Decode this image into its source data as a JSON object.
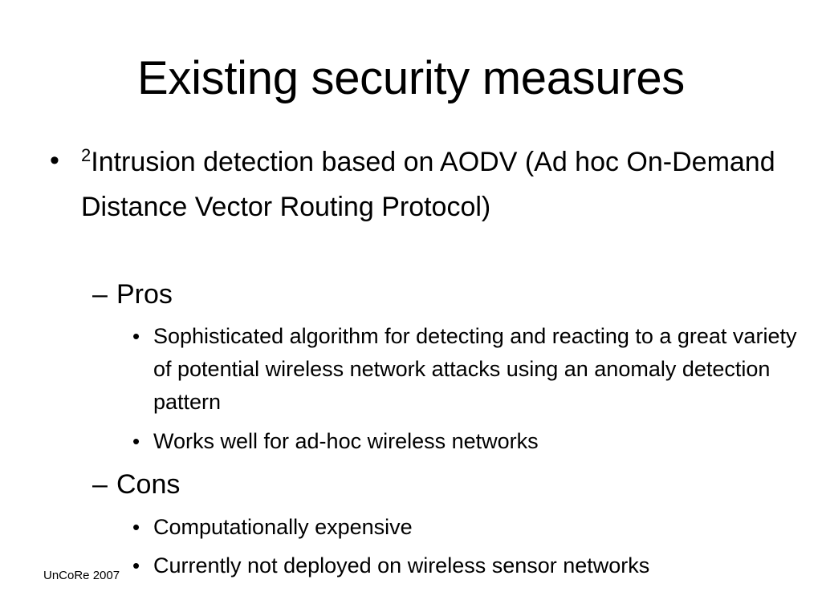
{
  "slide": {
    "title": "Existing security measures",
    "bullet_char": "•",
    "dash_char": "–",
    "items": [
      {
        "superscript": "2",
        "text": "Intrusion detection based on AODV (Ad hoc On-Demand Distance Vector Routing Protocol)",
        "pros": {
          "label": "Pros",
          "points": [
            "Sophisticated algorithm for detecting and reacting to a great variety of potential wireless network attacks using an anomaly detection pattern",
            "Works well for ad-hoc wireless networks"
          ]
        },
        "cons": {
          "label": "Cons",
          "points": [
            "Computationally expensive",
            "Currently not deployed on wireless sensor networks"
          ]
        }
      }
    ],
    "footer": "UnCoRe 2007"
  }
}
